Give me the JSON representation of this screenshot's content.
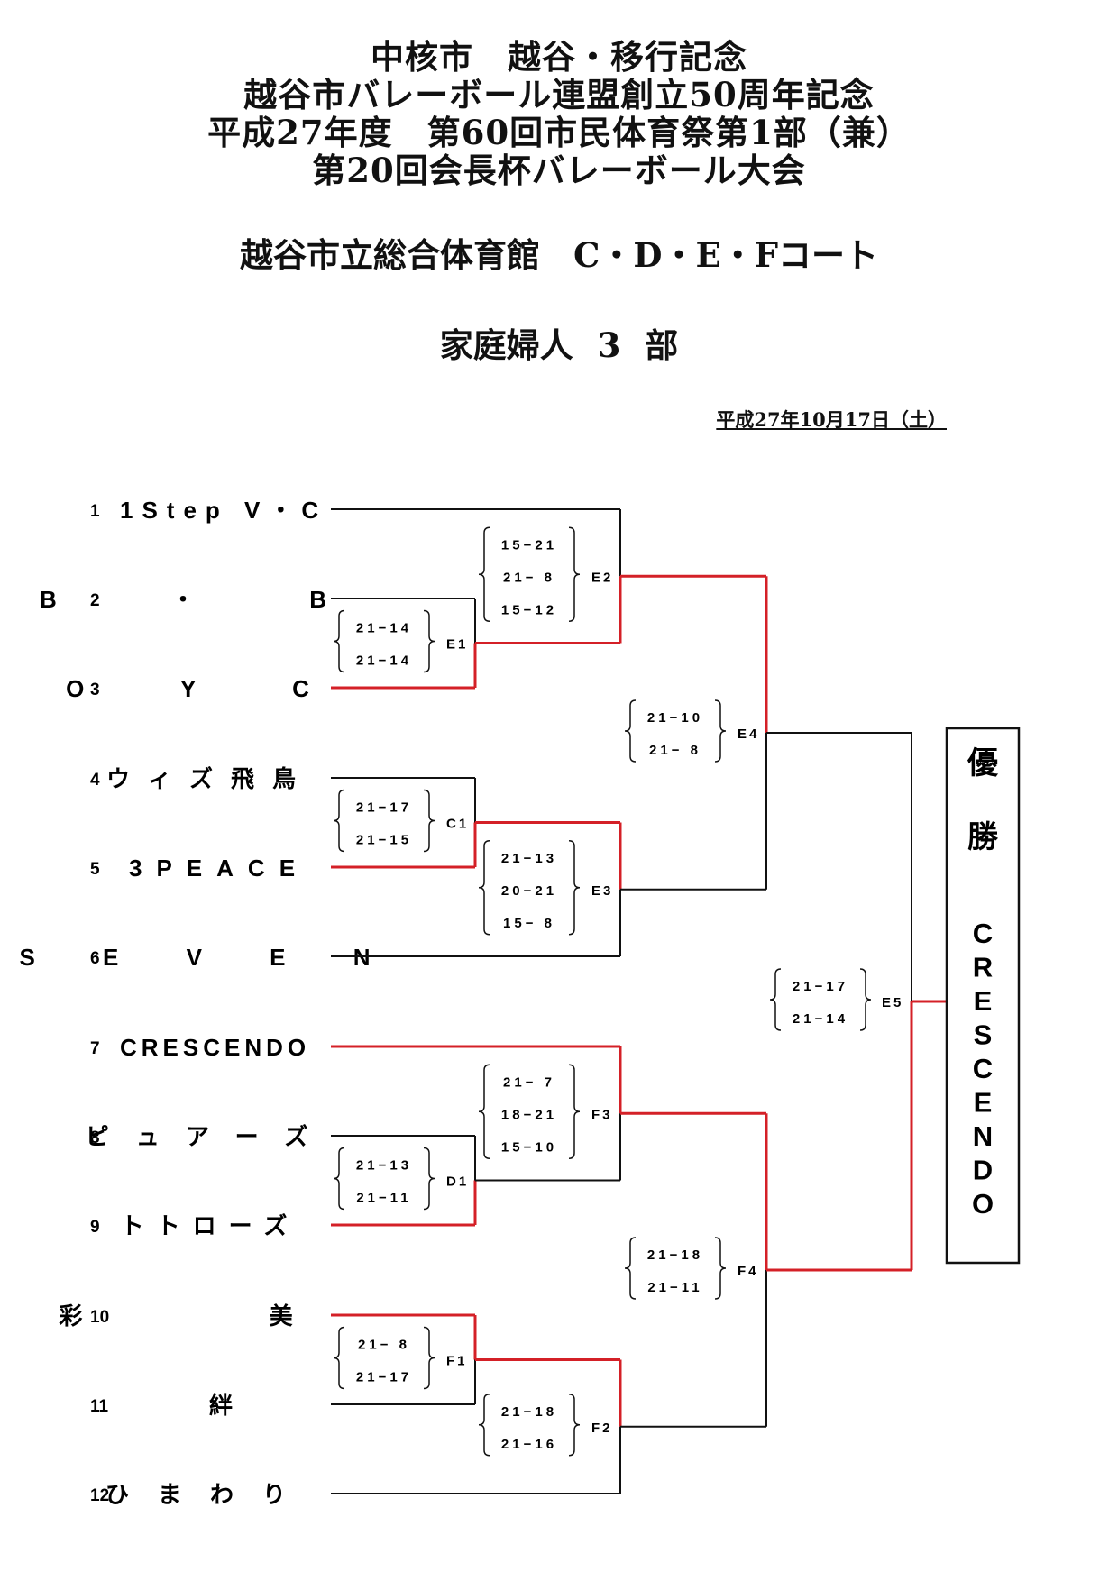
{
  "header": {
    "title_lines": [
      "中核市　越谷・移行記念",
      "越谷市バレーボール連盟創立50周年記念",
      "平成27年度　第60回市民体育祭第1部（兼）",
      "第20回会長杯バレーボール大会"
    ],
    "venue": "越谷市立総合体育館　C・D・E・Fコート",
    "division": "家庭婦人 3 部",
    "date": "平成27年10月17日（土）"
  },
  "teams": [
    {
      "seed": "1",
      "name": "1Step V・C"
    },
    {
      "seed": "2",
      "name": "B ・ B"
    },
    {
      "seed": "3",
      "name": "O Y C"
    },
    {
      "seed": "4",
      "name": "ウィズ飛鳥"
    },
    {
      "seed": "5",
      "name": "3PEACE"
    },
    {
      "seed": "6",
      "name": "S E V E N"
    },
    {
      "seed": "7",
      "name": "CRESCENDO"
    },
    {
      "seed": "8",
      "name": "ピュアーズ"
    },
    {
      "seed": "9",
      "name": "トトローズ"
    },
    {
      "seed": "10",
      "name": "彩 美"
    },
    {
      "seed": "11",
      "name": "絆"
    },
    {
      "seed": "12",
      "name": "ひまわり"
    }
  ],
  "matches": [
    {
      "id": "E1",
      "scores": [
        "21−14",
        "21−14"
      ]
    },
    {
      "id": "E2",
      "scores": [
        "15−21",
        "21− 8",
        "15−12"
      ]
    },
    {
      "id": "C1",
      "scores": [
        "21−17",
        "21−15"
      ]
    },
    {
      "id": "E3",
      "scores": [
        "21−13",
        "20−21",
        "15− 8"
      ]
    },
    {
      "id": "E4",
      "scores": [
        "21−10",
        "21− 8"
      ]
    },
    {
      "id": "D1",
      "scores": [
        "21−13",
        "21−11"
      ]
    },
    {
      "id": "F3",
      "scores": [
        "21− 7",
        "18−21",
        "15−10"
      ]
    },
    {
      "id": "F1",
      "scores": [
        "21− 8",
        "21−17"
      ]
    },
    {
      "id": "F2",
      "scores": [
        "21−18",
        "21−16"
      ]
    },
    {
      "id": "F4",
      "scores": [
        "21−18",
        "21−11"
      ]
    },
    {
      "id": "E5",
      "scores": [
        "21−17",
        "21−14"
      ]
    }
  ],
  "champion": {
    "label": "優勝",
    "name": "CRESCENDO"
  },
  "colors": {
    "winner_line": "#d42027",
    "loser_line": "#111111"
  }
}
